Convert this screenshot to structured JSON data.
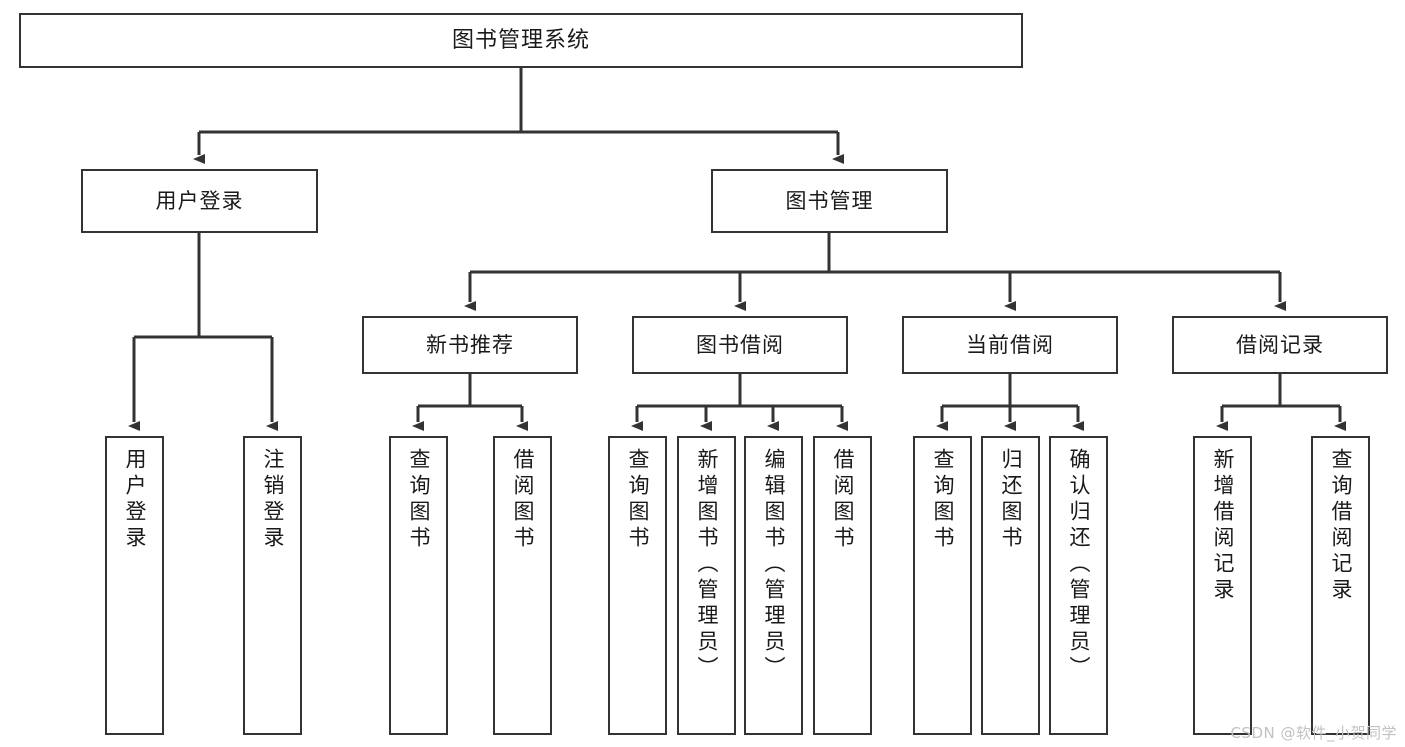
{
  "diagram": {
    "title": "图书管理系统",
    "type": "tree",
    "orientation": "top-down",
    "style": {
      "box_border": "#333333",
      "box_fill": "#ffffff",
      "line": "#333333",
      "text": "#1a1a1a",
      "background": "#ffffff"
    },
    "root": {
      "id": "root",
      "label": "图书管理系统"
    },
    "level2": [
      {
        "id": "user-login",
        "label": "用户登录"
      },
      {
        "id": "book-management",
        "label": "图书管理"
      }
    ],
    "level3": [
      {
        "id": "new-book-recommend",
        "label": "新书推荐",
        "parent": "book-management"
      },
      {
        "id": "book-borrow",
        "label": "图书借阅",
        "parent": "book-management"
      },
      {
        "id": "current-borrow",
        "label": "当前借阅",
        "parent": "book-management"
      },
      {
        "id": "borrow-record",
        "label": "借阅记录",
        "parent": "book-management"
      }
    ],
    "leaves": [
      {
        "id": "leaf-user-login",
        "label": "用户登录",
        "parent": "user-login"
      },
      {
        "id": "leaf-logout",
        "label": "注销登录",
        "parent": "user-login"
      },
      {
        "id": "leaf-query-book-1",
        "label": "查询图书",
        "parent": "new-book-recommend"
      },
      {
        "id": "leaf-borrow-book-1",
        "label": "借阅图书",
        "parent": "new-book-recommend"
      },
      {
        "id": "leaf-query-book-2",
        "label": "查询图书",
        "parent": "book-borrow"
      },
      {
        "id": "leaf-add-book",
        "label": "新增图书（管理员）",
        "parent": "book-borrow"
      },
      {
        "id": "leaf-edit-book",
        "label": "编辑图书（管理员）",
        "parent": "book-borrow"
      },
      {
        "id": "leaf-borrow-book-2",
        "label": "借阅图书",
        "parent": "book-borrow"
      },
      {
        "id": "leaf-query-book-3",
        "label": "查询图书",
        "parent": "current-borrow"
      },
      {
        "id": "leaf-return-book",
        "label": "归还图书",
        "parent": "current-borrow"
      },
      {
        "id": "leaf-confirm-return",
        "label": "确认归还（管理员）",
        "parent": "current-borrow"
      },
      {
        "id": "leaf-add-record",
        "label": "新增借阅记录",
        "parent": "borrow-record"
      },
      {
        "id": "leaf-query-record",
        "label": "查询借阅记录",
        "parent": "borrow-record"
      }
    ]
  },
  "watermark": {
    "text": "CSDN @软件_小贺同学"
  }
}
